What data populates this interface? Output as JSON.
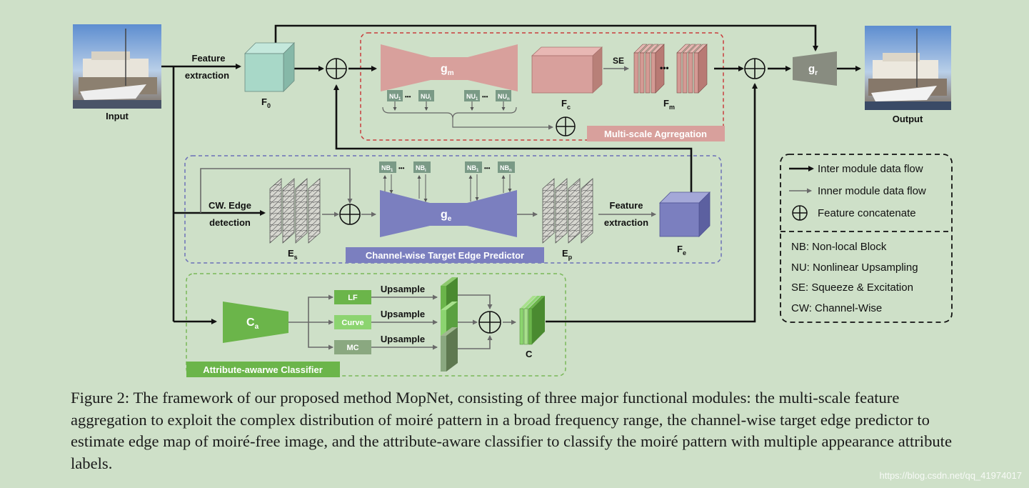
{
  "figure": {
    "input_label": "Input",
    "output_label": "Output",
    "feature_extraction_top": [
      "Feature",
      "extraction"
    ],
    "f0": "F",
    "f0_sub": "0",
    "modules": {
      "msa": {
        "title": "Multi-scale Agrregation",
        "gm": "g",
        "gm_sub": "m",
        "nu_left": [
          "NU",
          "NU"
        ],
        "nu_right": [
          "NU",
          "NU"
        ],
        "nu_left_subs": [
          "1",
          "i"
        ],
        "nu_right_subs": [
          "1",
          "n"
        ],
        "fc": "F",
        "fc_sub": "c",
        "se": "SE",
        "fm": "F",
        "fm_sub": "m",
        "dots": "•••"
      },
      "cwtep": {
        "title": "Channel-wise Target Edge Predictor",
        "cw_edge": [
          "CW. Edge",
          "detection"
        ],
        "es": "E",
        "es_sub": "s",
        "ge": "g",
        "ge_sub": "e",
        "nb_left": [
          "NB",
          "NB"
        ],
        "nb_right": [
          "NB",
          "NB"
        ],
        "nb_left_subs": [
          "1",
          "i"
        ],
        "nb_right_subs": [
          "1",
          "n"
        ],
        "ep": "E",
        "ep_sub": "p",
        "feature_extraction": [
          "Feature",
          "extraction"
        ],
        "fe": "F",
        "fe_sub": "e",
        "dots": "•••"
      },
      "aac": {
        "title": "Attribute-awarwe Classifier",
        "ca": "C",
        "ca_sub": "a",
        "attributes": [
          "LF",
          "Curve",
          "MC"
        ],
        "upsample": "Upsample",
        "c": "C"
      }
    },
    "gr": "g",
    "gr_sub": "r",
    "legend": {
      "flows": [
        "Inter module data flow",
        "Inner module data flow",
        "Feature concatenate"
      ],
      "abbreviations": [
        "NB: Non-local Block",
        "NU: Nonlinear Upsampling",
        "SE: Squeeze & Excitation",
        "CW: Channel-Wise"
      ]
    },
    "colors": {
      "msa": "#d8a09c",
      "msa_border": "#c83c3c",
      "cwtep": "#7b7fbf",
      "cwtep_border": "#6b70b8",
      "aac": "#6bb54a",
      "aac_border": "#79b858",
      "gr": "#888c80",
      "f0": "#a8d8c8"
    }
  },
  "caption": "Figure 2: The framework of our proposed method MopNet, consisting of three major functional modules: the multi-scale feature aggregation to exploit the complex distribution of moiré pattern in a broad frequency range, the channel-wise target edge predictor to estimate edge map of moiré-free image, and the attribute-aware classifier to classify the moiré pattern with multiple appearance attribute labels.",
  "watermark": "https://blog.csdn.net/qq_41974017"
}
